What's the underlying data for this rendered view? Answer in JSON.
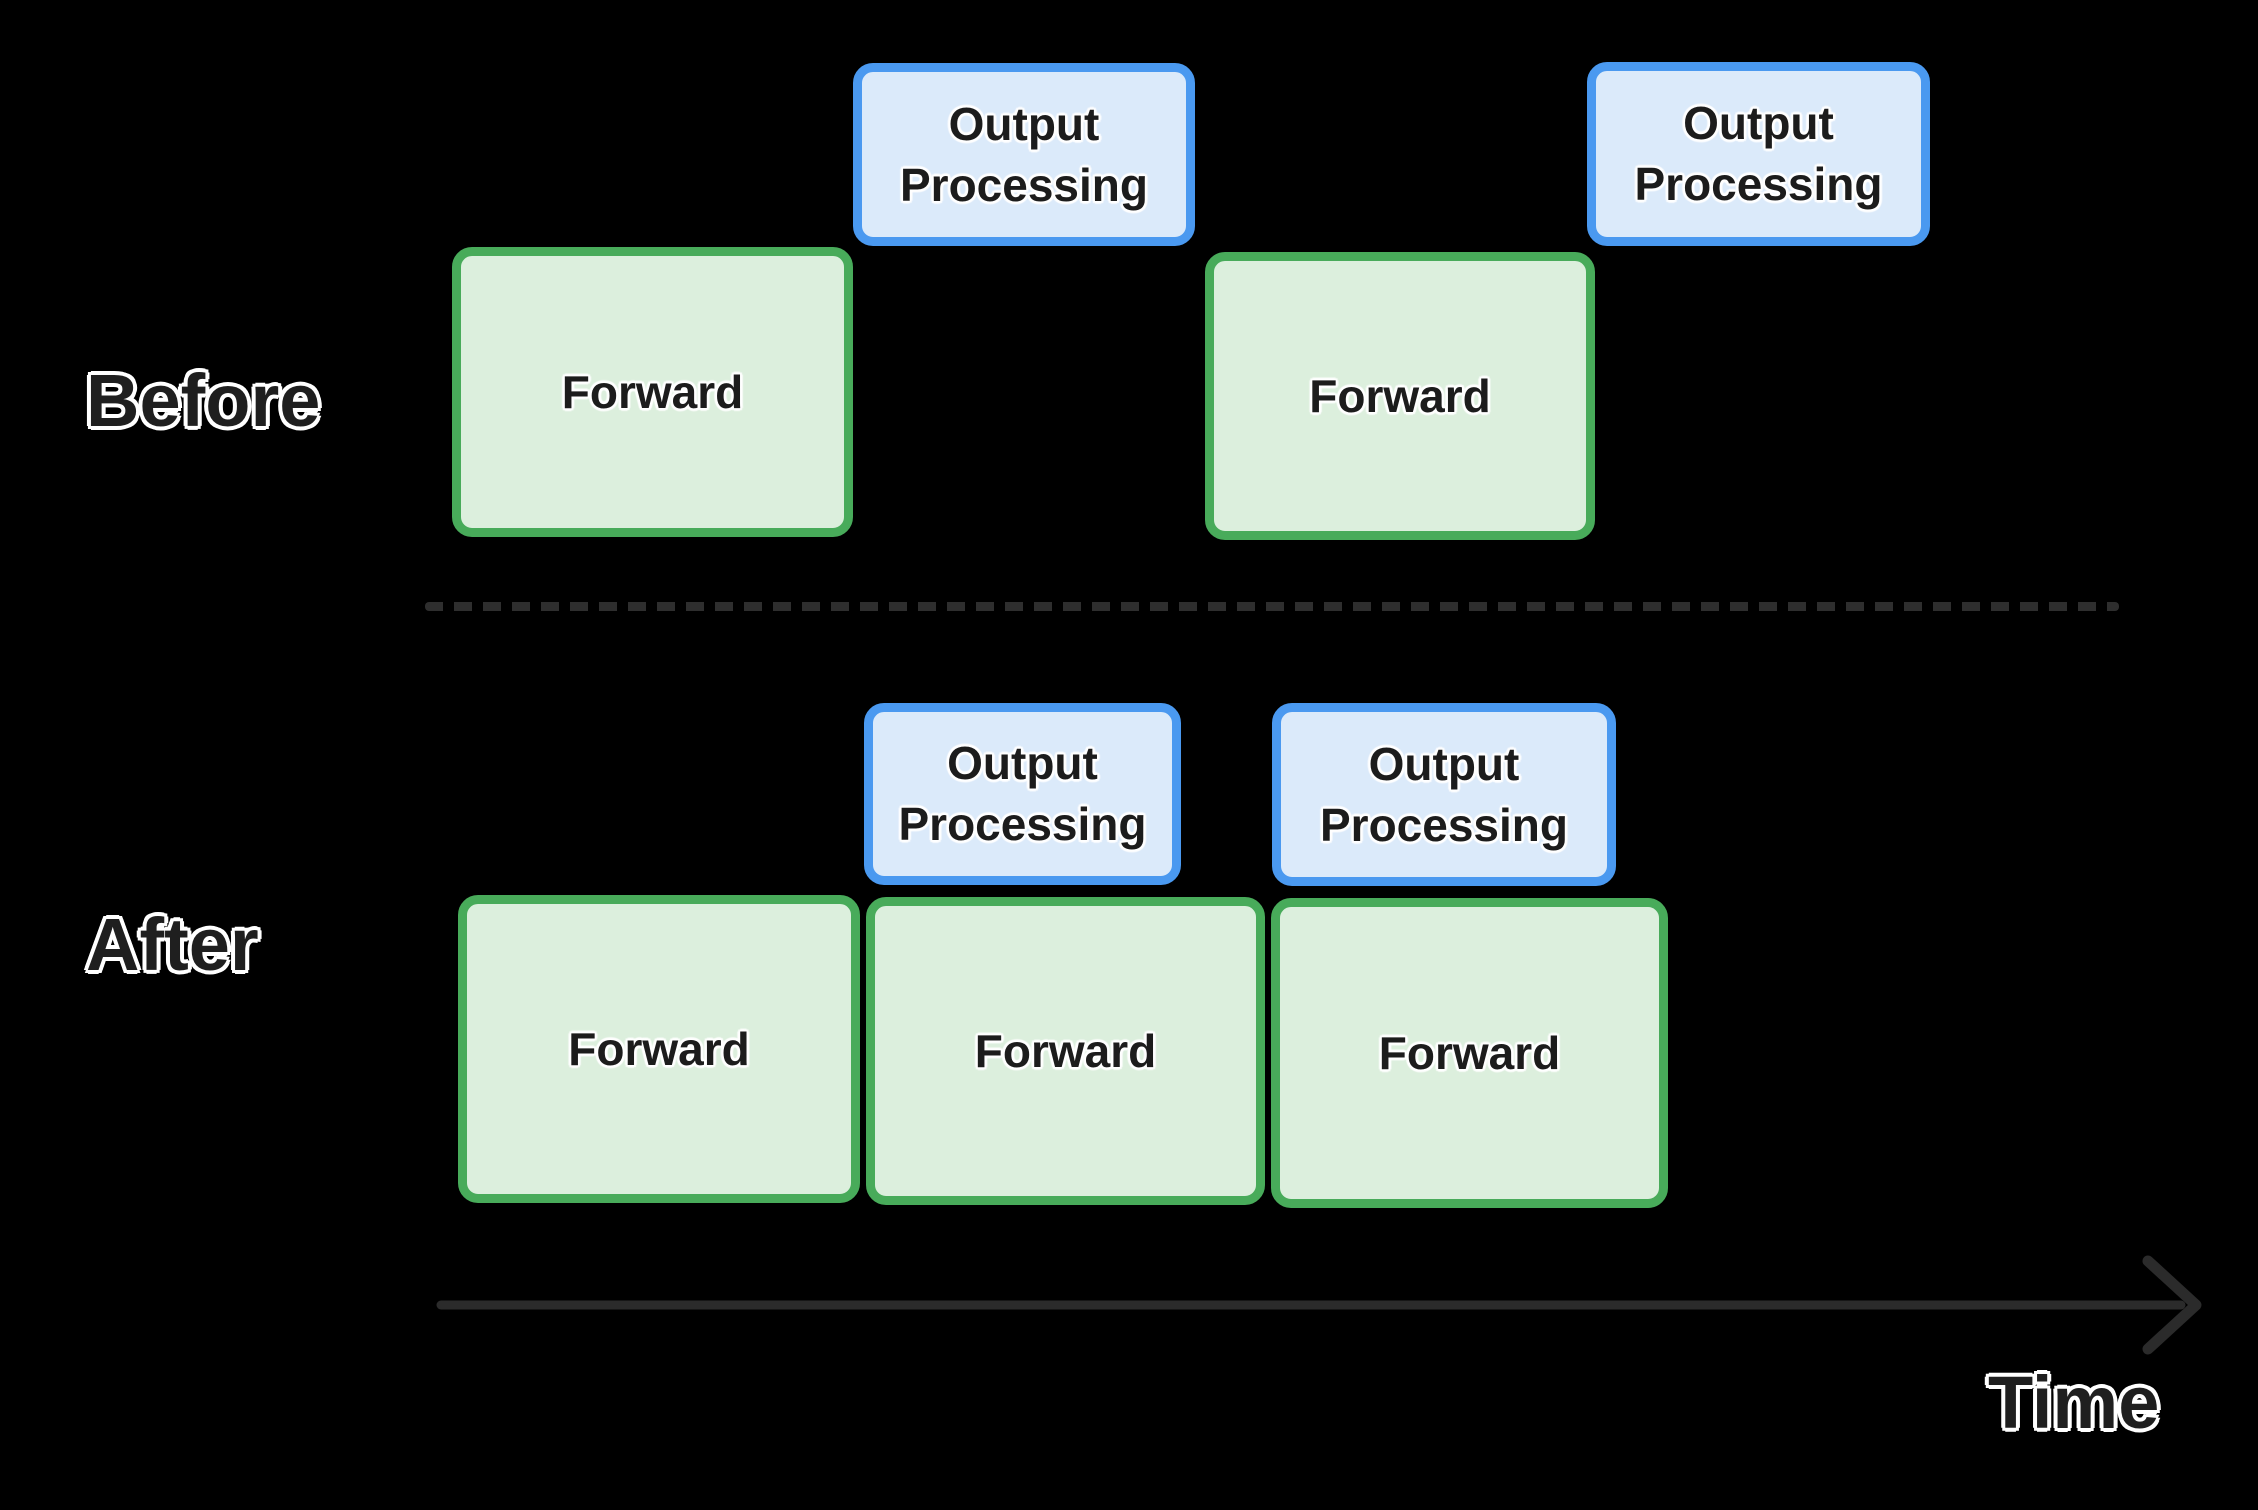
{
  "diagram": {
    "title_hint": "Before vs After forward-pass and output-processing timeline",
    "background_color": "#000000",
    "colors": {
      "forward_fill": "#dcefdd",
      "forward_border": "#48ab5a",
      "output_fill": "#dbeafa",
      "output_border": "#4a99f0",
      "line_gray": "#2b2b2b",
      "text_dark": "#1c1c1c",
      "label_halo": "#ffffff"
    },
    "sections": {
      "before": {
        "label": "Before",
        "forward_boxes": [
          {
            "label": "Forward"
          },
          {
            "label": "Forward"
          }
        ],
        "output_boxes": [
          {
            "label": "Output Processing"
          },
          {
            "label": "Output Processing"
          }
        ]
      },
      "after": {
        "label": "After",
        "forward_boxes": [
          {
            "label": "Forward"
          },
          {
            "label": "Forward"
          },
          {
            "label": "Forward"
          }
        ],
        "output_boxes": [
          {
            "label": "Output Processing"
          },
          {
            "label": "Output Processing"
          }
        ]
      },
      "axis": {
        "label": "Time"
      }
    }
  }
}
